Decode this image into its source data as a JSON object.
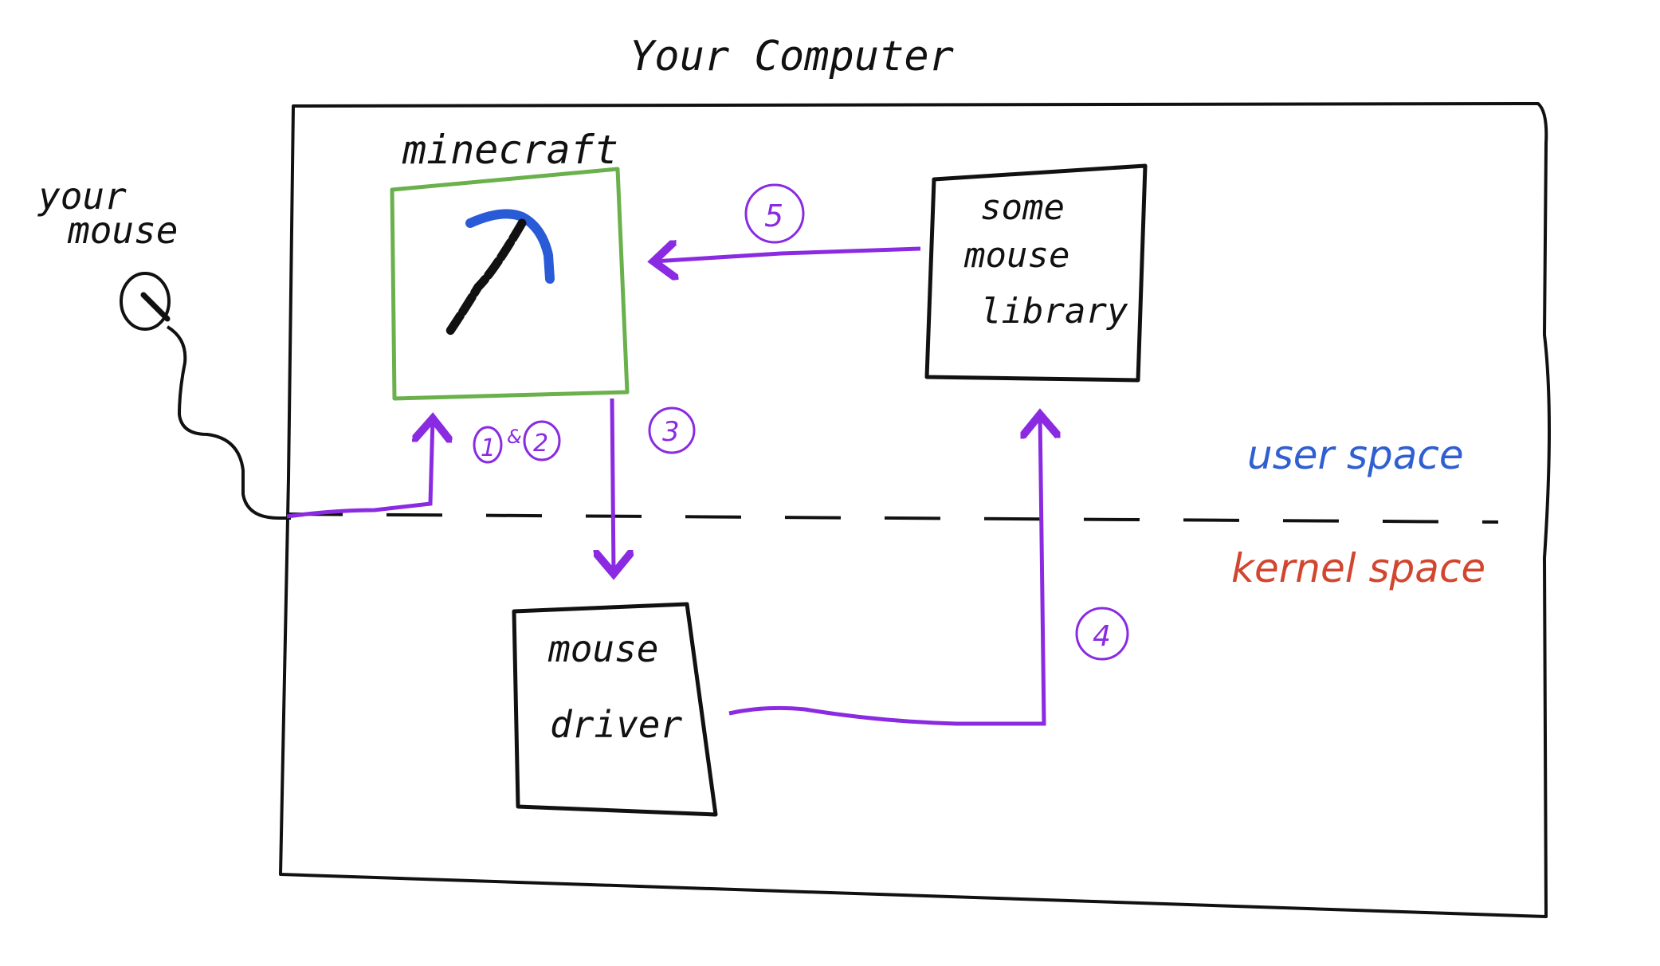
{
  "title": "Your Computer",
  "mouse_label_line1": "your",
  "mouse_label_line2": "mouse",
  "boxes": {
    "minecraft": {
      "label": "minecraft"
    },
    "library": {
      "line1": "some",
      "line2": "mouse",
      "line3": "library"
    },
    "driver": {
      "line1": "mouse",
      "line2": "driver"
    }
  },
  "spaces": {
    "user": {
      "label": "user space",
      "color": "#2f5fd0"
    },
    "kernel": {
      "label": "kernel space",
      "color": "#d2452e"
    }
  },
  "steps": {
    "s1": "1",
    "and": "&",
    "s2": "2",
    "s3": "3",
    "s4": "4",
    "s5": "5"
  },
  "colors": {
    "ink": "#111111",
    "arrow": "#8a2be2",
    "minecraft_border": "#6ab04c",
    "pickaxe_head": "#2a5bd7",
    "pickaxe_handle": "#111111"
  }
}
